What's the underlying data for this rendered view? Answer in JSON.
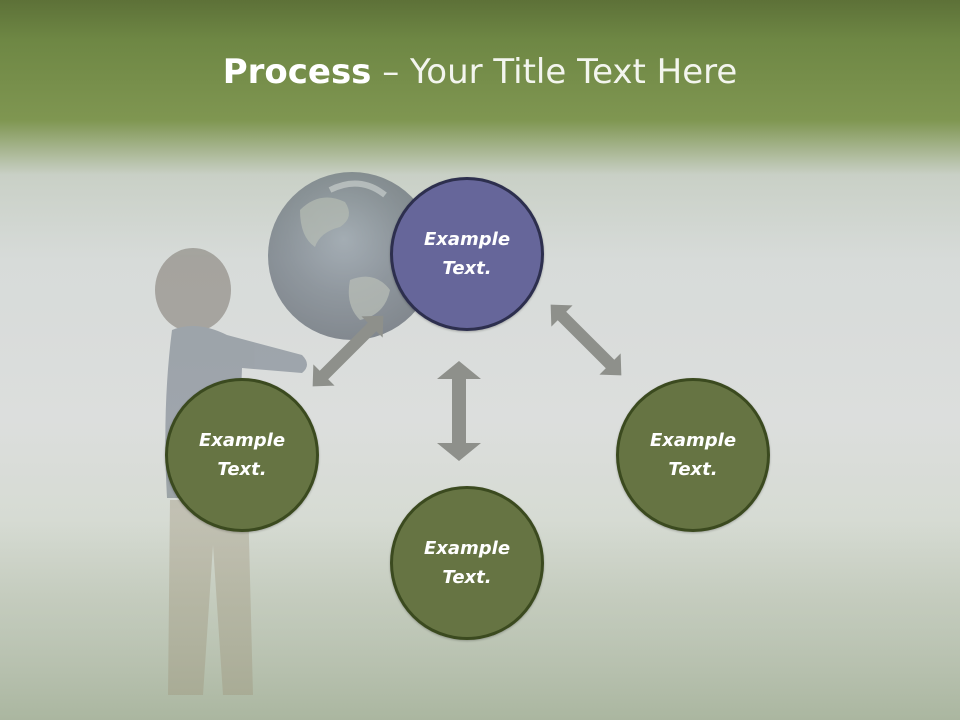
{
  "slide": {
    "title_bold": "Process",
    "title_rest": " – Your Title Text Here"
  },
  "nodes": {
    "top": {
      "text": "Example Text."
    },
    "left": {
      "text": "Example Text."
    },
    "right": {
      "text": "Example Text."
    },
    "bottom": {
      "text": "Example Text."
    }
  },
  "colors": {
    "header_green": "#6e8744",
    "node_top_fill": "#66669a",
    "node_green_fill": "#667443",
    "arrow_gray": "#8d8f8c"
  },
  "icons": [
    "earth-globe-illustration",
    "boy-figure-illustration",
    "double-headed-arrow"
  ]
}
